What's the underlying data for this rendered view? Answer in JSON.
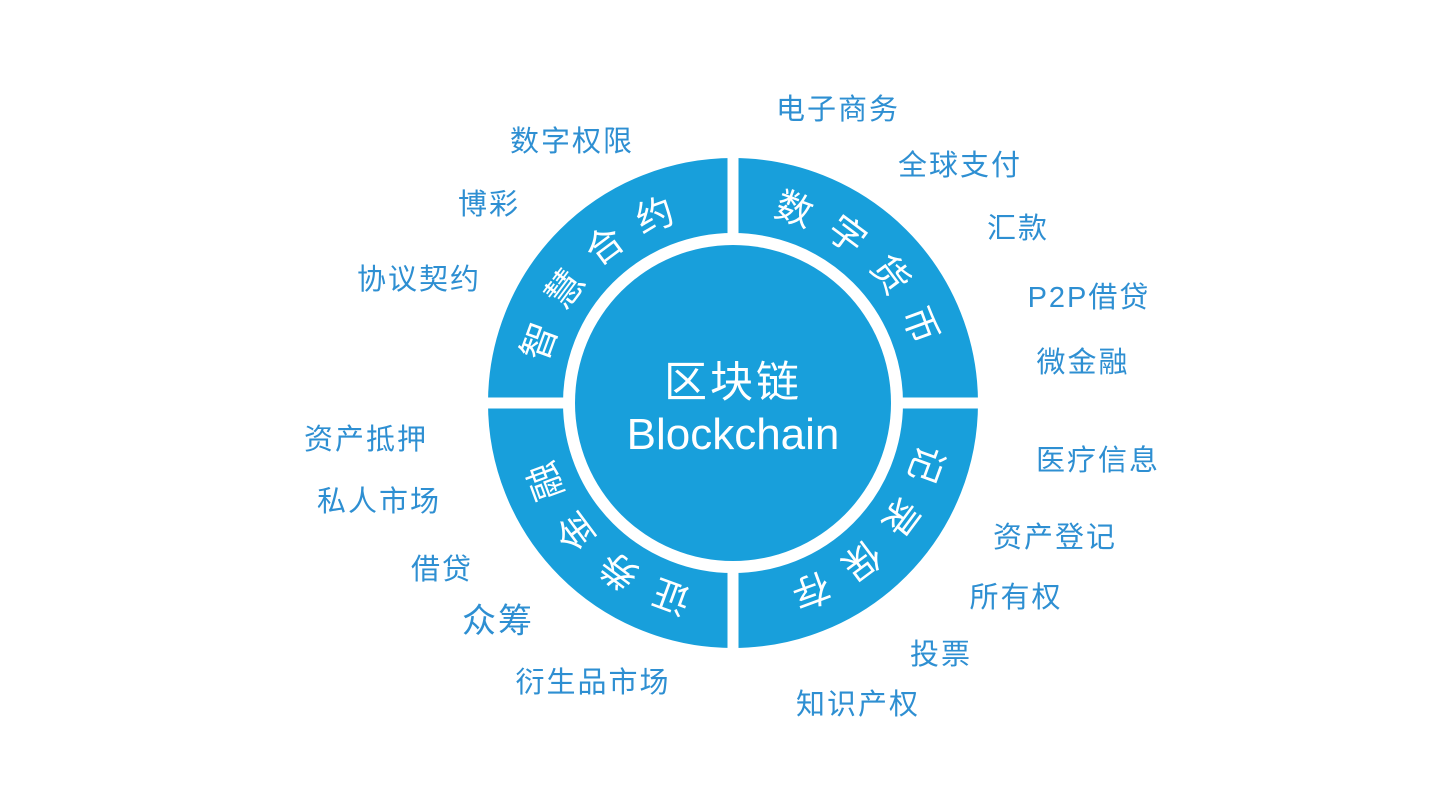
{
  "center": {
    "title_zh": "区块链",
    "title_en": "Blockchain"
  },
  "colors": {
    "ring_blue": "#189fdb",
    "label_blue": "#2e8fd2",
    "ring_text": "#ffffff",
    "background": "#ffffff"
  },
  "quadrants": [
    {
      "label": "智慧合约",
      "position": "top-left",
      "items": [
        "数字权限",
        "博彩",
        "协议契约"
      ]
    },
    {
      "label": "数字货币",
      "position": "top-right",
      "items": [
        "电子商务",
        "全球支付",
        "汇款",
        "P2P借贷",
        "微金融"
      ]
    },
    {
      "label": "记录保存",
      "position": "bottom-right",
      "items": [
        "医疗信息",
        "资产登记",
        "所有权",
        "投票",
        "知识产权"
      ]
    },
    {
      "label": "证券金融",
      "position": "bottom-left",
      "items": [
        "资产抵押",
        "私人市场",
        "借贷",
        "众筹",
        "衍生品市场"
      ]
    }
  ]
}
